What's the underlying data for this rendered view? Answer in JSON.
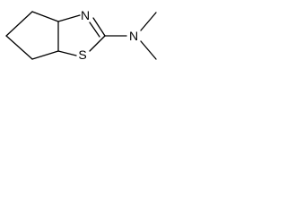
{
  "molecule": {
    "atoms": {
      "ring_nitrogen": "N",
      "sulfur": "S",
      "amine_nitrogen": "N"
    },
    "line_color": "#000000",
    "background": "#ffffff"
  }
}
